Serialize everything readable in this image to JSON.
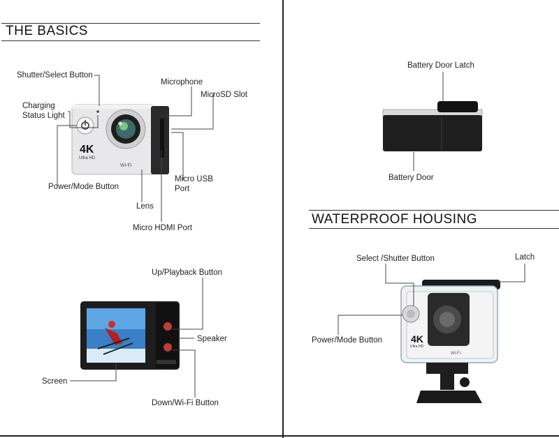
{
  "basics": {
    "title": "THE BASICS",
    "labels": {
      "shutter": "Shutter/Select Button",
      "charging_line1": "Charging",
      "charging_line2": "Status Light",
      "microphone": "Microphone",
      "microsd": "MicroSD Slot",
      "power": "Power/Mode Button",
      "micro_usb_line1": "Micro USB",
      "micro_usb_line2": "Port",
      "lens": "Lens",
      "micro_hdmi": "Micro HDMI Port"
    },
    "camera_text": {
      "resolution": "4K",
      "subtitle": "Ultra HD",
      "wifi": "Wi-Fi"
    }
  },
  "back_view": {
    "labels": {
      "up_playback": "Up/Playback Button",
      "speaker": "Speaker",
      "screen": "Screen",
      "down_wifi": "Down/Wi-Fi Button"
    }
  },
  "battery": {
    "labels": {
      "latch": "Battery Door Latch",
      "door": "Battery Door"
    }
  },
  "housing": {
    "title": "WATERPROOF HOUSING",
    "labels": {
      "select_shutter": "Select /Shutter Button",
      "latch": "Latch",
      "power_mode": "Power/Mode Button"
    },
    "camera_text": {
      "resolution": "4K",
      "subtitle": "Ultra HD",
      "wifi": "Wi-Fi"
    }
  }
}
